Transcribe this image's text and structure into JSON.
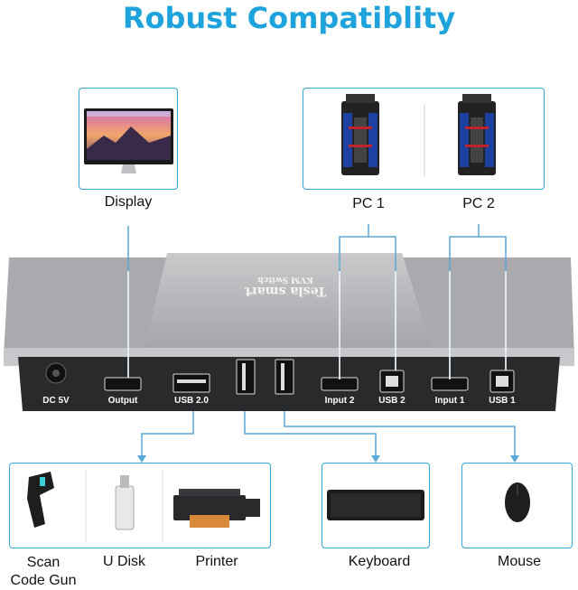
{
  "title": "Robust Compatiblity",
  "brand": "Tesla smart",
  "product_label": "KVM Switch",
  "top_labels": {
    "display": "Display",
    "pc1": "PC 1",
    "pc2": "PC 2"
  },
  "ports": {
    "dc": "DC 5V",
    "output": "Output",
    "usb20": "USB 2.0",
    "input2": "Input 2",
    "usb2": "USB 2",
    "input1": "Input 1",
    "usb1": "USB 1"
  },
  "bottom_labels": {
    "scan": "Scan",
    "scan2": "Code Gun",
    "udisk": "U Disk",
    "printer": "Printer",
    "keyboard": "Keyboard",
    "mouse": "Mouse"
  },
  "colors": {
    "accent": "#1ea3dc",
    "box_border": "#34a8d8",
    "device_silver": "#b8b8bc",
    "panel_dark": "#2a2a2c"
  }
}
